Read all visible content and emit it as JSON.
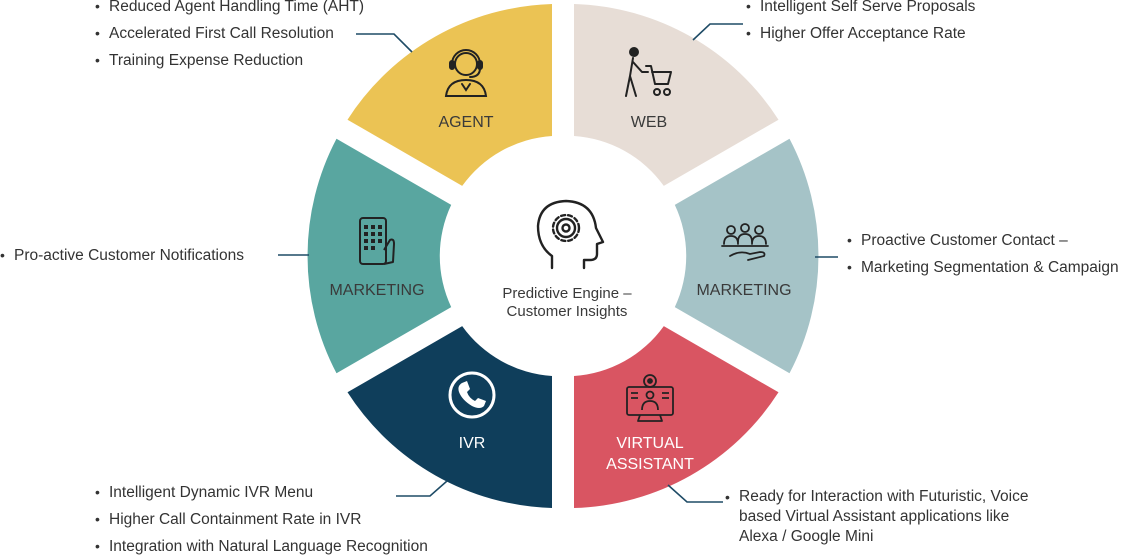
{
  "center": {
    "title_line1": "Predictive Engine –",
    "title_line2": "Customer Insights",
    "icon": "head-gear-icon"
  },
  "segments": {
    "agent": {
      "label": "AGENT",
      "color": "#ebc354",
      "icon": "headset-agent-icon",
      "bullets": [
        "Reduced Agent Handling Time (AHT)",
        "Accelerated First Call Resolution",
        "Training Expense Reduction"
      ]
    },
    "web": {
      "label": "WEB",
      "color": "#e7ddd6",
      "icon": "shopping-cart-person-icon",
      "bullets": [
        "Intelligent Self Serve Proposals",
        "Higher Offer Acceptance Rate"
      ]
    },
    "marketing_right": {
      "label": "MARKETING",
      "color": "#a5c3c7",
      "icon": "people-hand-icon",
      "bullets": [
        "Proactive Customer Contact –",
        "Marketing Segmentation & Campaign"
      ]
    },
    "virtual_assistant": {
      "label_line1": "VIRTUAL",
      "label_line2": "ASSISTANT",
      "color": "#d95562",
      "icon": "computer-gear-icon",
      "bullet_lines": [
        "Ready for Interaction with Futuristic, Voice",
        "based Virtual Assistant applications like",
        "Alexa / Google Mini"
      ]
    },
    "ivr": {
      "label": "IVR",
      "color": "#0f3e5b",
      "icon": "phone-icon",
      "bullets": [
        "Intelligent Dynamic IVR Menu",
        "Higher Call Containment Rate in IVR",
        "Integration with Natural Language Recognition"
      ]
    },
    "marketing_left": {
      "label": "MARKETING",
      "color": "#59a6a0",
      "icon": "mobile-touch-icon",
      "bullets": [
        "Pro-active Customer Notifications"
      ]
    }
  },
  "connector_color": "#1e4b66"
}
